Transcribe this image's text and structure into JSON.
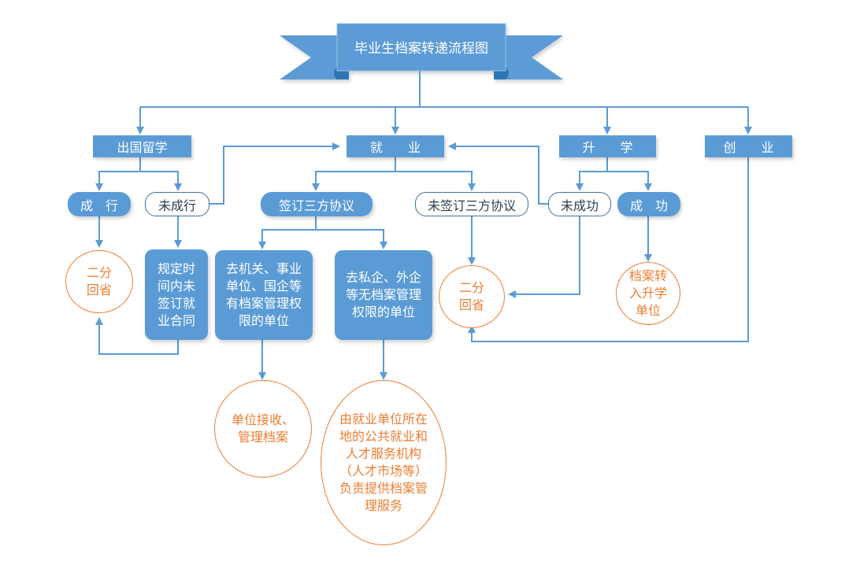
{
  "title": "毕业生档案转递流程图",
  "colors": {
    "primary_blue": "#5b9bd5",
    "outline_blue": "#41719c",
    "orange": "#ed7d31",
    "ribbon_dark": "#2e75b6"
  },
  "categories": {
    "abroad": "出国留学",
    "employment": "就　　业",
    "further_study": "升　　学",
    "entrepreneurship": "创　　业"
  },
  "abroad_branch": {
    "success": "成　行",
    "fail": "未成行",
    "success_result": [
      "二分",
      "回省"
    ],
    "fail_result": [
      "规定时",
      "间内未",
      "签订就",
      "业合同"
    ]
  },
  "employment_branch": {
    "signed": "签订三方协议",
    "unsigned": "未签订三方协议",
    "unsigned_result": [
      "二分",
      "回省"
    ],
    "state_units": [
      "去机关、事业",
      "单位、国企等",
      "有档案管理权",
      "限的单位"
    ],
    "private_units": [
      "去私企、外企",
      "等无档案管理",
      "权限的单位"
    ],
    "state_result": [
      "单位接收、",
      "管理档案"
    ],
    "private_result": [
      "由就业单位所在",
      "地的公共就业和",
      "人才服务机构",
      "（人才市场等）",
      "负责提供档案管",
      "理服务"
    ]
  },
  "further_study_branch": {
    "fail": "未成功",
    "success": "成　功",
    "success_result": [
      "档案转",
      "入升学",
      "单位"
    ]
  }
}
